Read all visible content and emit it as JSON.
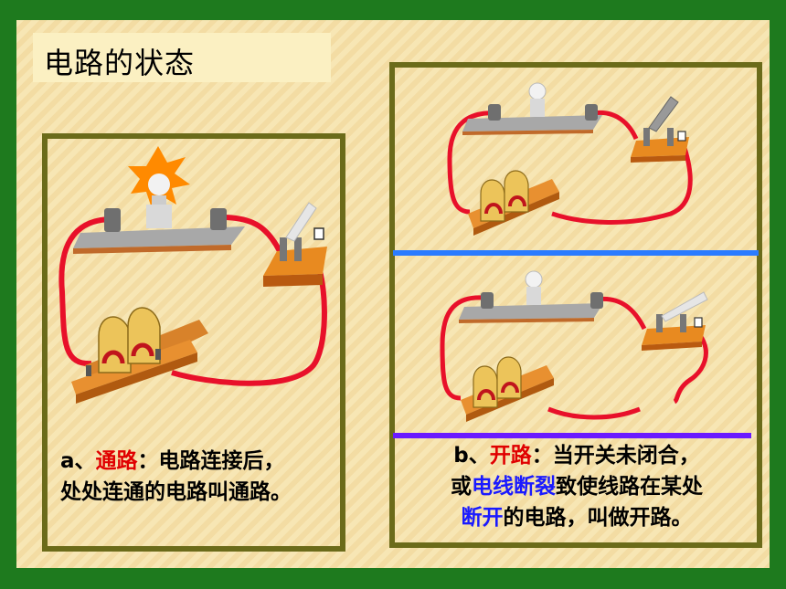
{
  "slide": {
    "title": "电路的状态"
  },
  "left_panel": {
    "caption_line1_prefix": "a、",
    "caption_line1_term": "通路",
    "caption_line1_rest": "：电路连接后，",
    "caption_line2": "处处连通的电路叫通路。"
  },
  "right_panel": {
    "caption_line1_prefix": "b、",
    "caption_line1_term": "开路",
    "caption_line1_rest": "：当开关未闭合，",
    "caption_line2_a": "或",
    "caption_line2_b": "电线断裂",
    "caption_line2_c": "致使线路在某处",
    "caption_line3_a": "断开",
    "caption_line3_b": "的电路，叫做开路。"
  },
  "colors": {
    "frame": "#1e7a1e",
    "panel_border": "#6b6b1a",
    "wire": "#e8102a",
    "divider_blue": "#2a7bff",
    "divider_purple": "#6a1aff"
  }
}
